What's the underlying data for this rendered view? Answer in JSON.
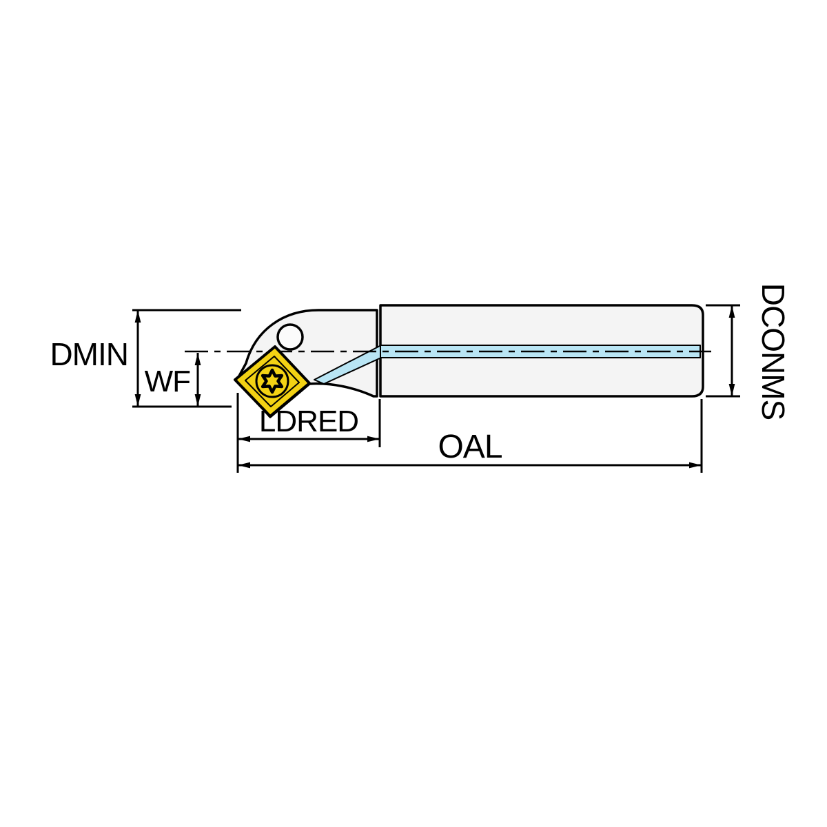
{
  "diagram": {
    "labels": {
      "dmin": "DMIN",
      "wf": "WF",
      "ldred": "LDRED",
      "oal": "OAL",
      "dconms": "DCONMS"
    },
    "colors": {
      "body": "#F4F4F4",
      "outline": "#000000",
      "insert": "#F3D214",
      "coolant": "#B9E5F4",
      "hole": "#FBFBFB"
    }
  }
}
